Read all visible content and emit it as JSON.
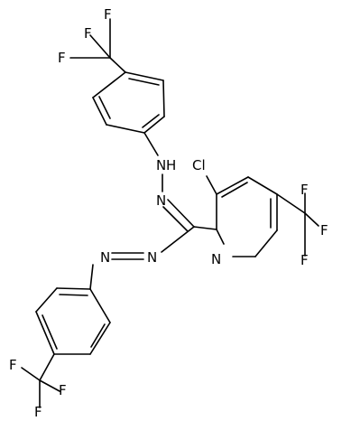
{
  "colors": {
    "bond": "#000000",
    "label": "#000000",
    "background": "#ffffff"
  },
  "atoms": {
    "f_top_a": "F",
    "f_top_b": "F",
    "f_top_c": "F",
    "nh": "N",
    "nh_h": "H",
    "cl": "Cl",
    "n_hydrazone": "N",
    "n_pyridine": "N",
    "f_right_a": "F",
    "f_right_b": "F",
    "f_right_c": "F",
    "n_azo_left": "N",
    "n_azo_right": "N",
    "f_bottom_a": "F",
    "f_bottom_b": "F",
    "f_bottom_c": "F"
  }
}
